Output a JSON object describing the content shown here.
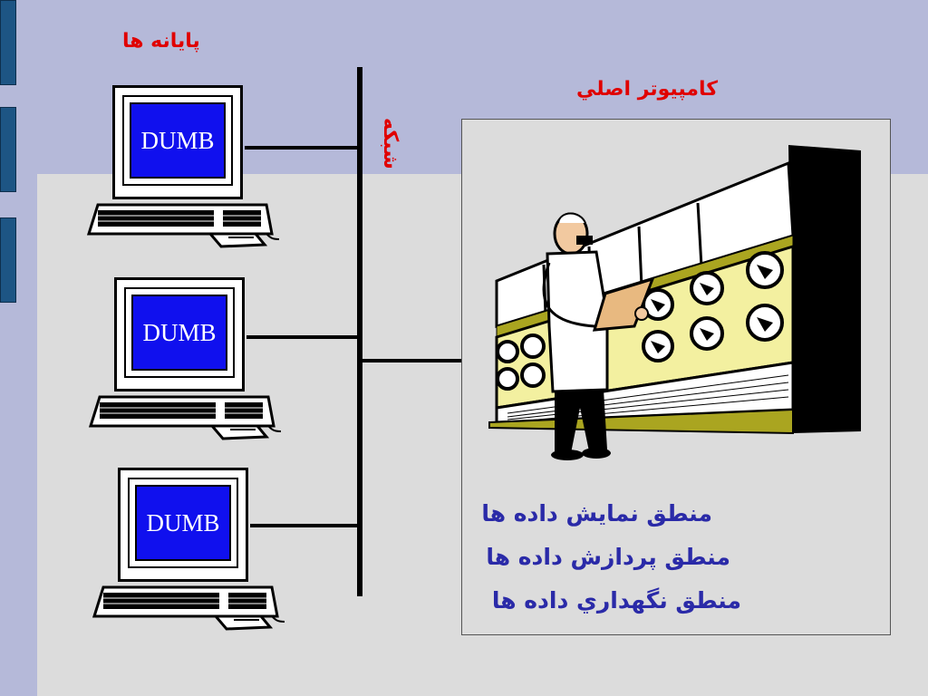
{
  "labels": {
    "terminals": "پايانه ها",
    "mainframe": "كامپيوتر اصلي",
    "network": "شبكه"
  },
  "terminals": [
    {
      "screen_text": "DUMB"
    },
    {
      "screen_text": "DUMB"
    },
    {
      "screen_text": "DUMB"
    }
  ],
  "logic": [
    "منطق نمايش داده ها",
    "منطق پردازش داده ها",
    "منطق نگهداري داده ها"
  ],
  "colors": {
    "background": "#b5b9d9",
    "content_area": "#dcdcdc",
    "accent_red": "#e00000",
    "logic_blue": "#2a2aa8",
    "screen_blue": "#1010ee",
    "mainframe_yellow": "#f3f0a0"
  }
}
